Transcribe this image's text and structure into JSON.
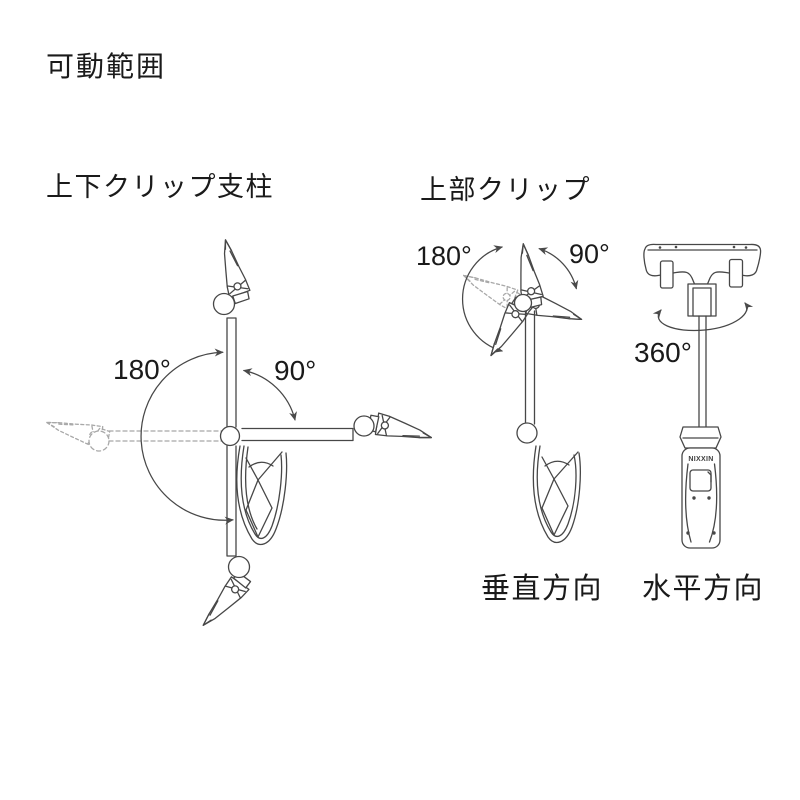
{
  "page": {
    "bg": "#ffffff",
    "ink": "#1a1a1a",
    "line": "#474747",
    "ghost": "#a8a8a8"
  },
  "title": "可動範囲",
  "left_diagram": {
    "heading": "上下クリップ支柱",
    "angle_180": "180°",
    "angle_90": "90°"
  },
  "middle_diagram": {
    "heading": "上部クリップ",
    "angle_180": "180°",
    "angle_90": "90°",
    "caption": "垂直方向"
  },
  "right_diagram": {
    "angle_360": "360°",
    "caption": "水平方向",
    "logo": "NIXXIN"
  }
}
